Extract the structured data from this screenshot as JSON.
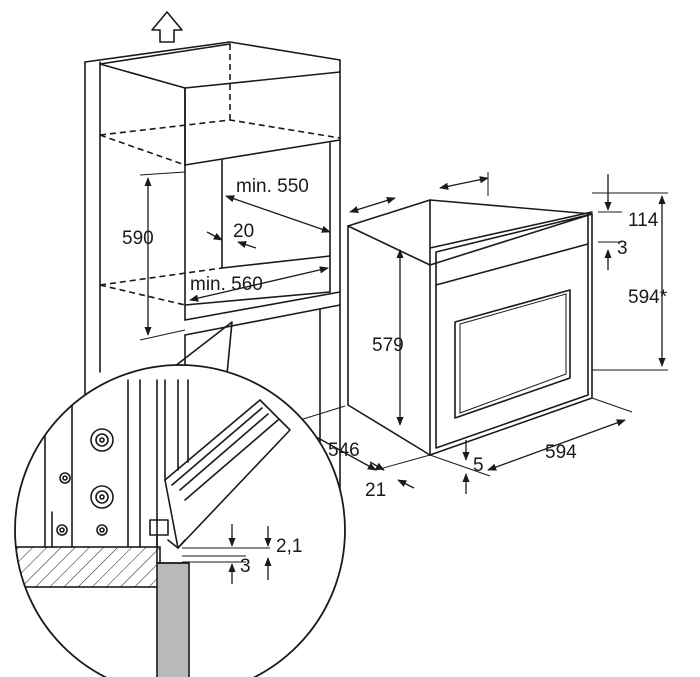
{
  "dimensions": {
    "cab_height": "590",
    "cab_depth_min": "min. 550",
    "gap": "20",
    "cab_width_min": "min. 560",
    "oven_top": "114",
    "oven_panel": "3",
    "oven_height_total": "594*",
    "oven_body_height": "579",
    "oven_depth": "546",
    "oven_front": "21",
    "oven_base": "5",
    "oven_width": "594",
    "detail_a": "2,1",
    "detail_b": "3"
  }
}
